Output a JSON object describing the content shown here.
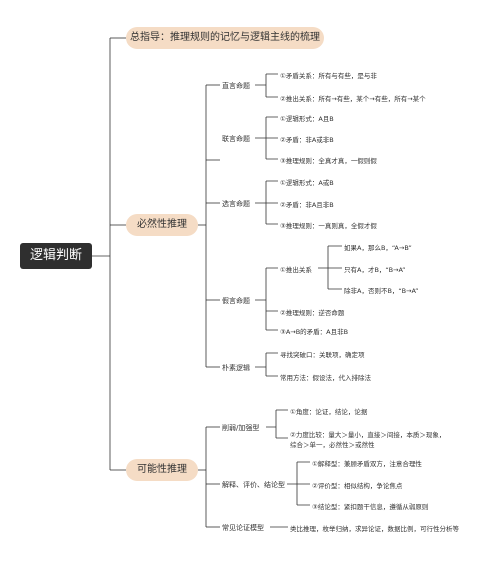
{
  "root": "逻辑判断",
  "top_branch": "总指导：推理规则的记忆与逻辑主线的梳理",
  "necessary": {
    "label": "必然性推理",
    "direct": {
      "label": "直言命题",
      "items": [
        "①矛盾关系：所有与有些，是与非",
        "②推出关系：所有→有些，某个→有些，所有→某个"
      ]
    },
    "conjunctive": {
      "label": "联言命题",
      "items": [
        "①逻辑形式：A且B",
        "②矛盾：非A或非B",
        "③推理规则：全真才真，一假则假"
      ]
    },
    "disjunctive": {
      "label": "选言命题",
      "items": [
        "①逻辑形式：A或B",
        "②矛盾：非A且非B",
        "③推理规则：一真则真，全假才假"
      ]
    },
    "hypothetical": {
      "label": "假言命题",
      "push_label": "①推出关系",
      "push_items": [
        "如果A，那么B，“A→B”",
        "只有A，才B，“B→A”",
        "除非A，否则不B，“B→A”"
      ],
      "items": [
        "②推理规则：逆否命题",
        "③A→B的矛盾：A且非B"
      ]
    },
    "simple": {
      "label": "朴素逻辑",
      "items": [
        "寻找突破口：关联项，确定项",
        "常用方法：假设法，代入排除法"
      ]
    }
  },
  "possible": {
    "label": "可能性推理",
    "weaken": {
      "label": "削弱/加强型",
      "item1": "①角度：论证，结论，论据",
      "item2_line1": "②力度比较：量大＞量小，直接＞间接，本质＞现象，",
      "item2_line2": "综合＞单一，必然性＞或然性"
    },
    "explain": {
      "label": "解释、评价、结论型",
      "items": [
        "①解释型：兼顾矛盾双方，注意合理性",
        "②评价型：相似结构，争论焦点",
        "③结论型：紧扣题干信息，遵循从弱原则"
      ]
    },
    "models": {
      "label": "常见论证模型",
      "text": "类比推理，枚举归纳，求异论证，数据比例，可行性分析等"
    }
  }
}
